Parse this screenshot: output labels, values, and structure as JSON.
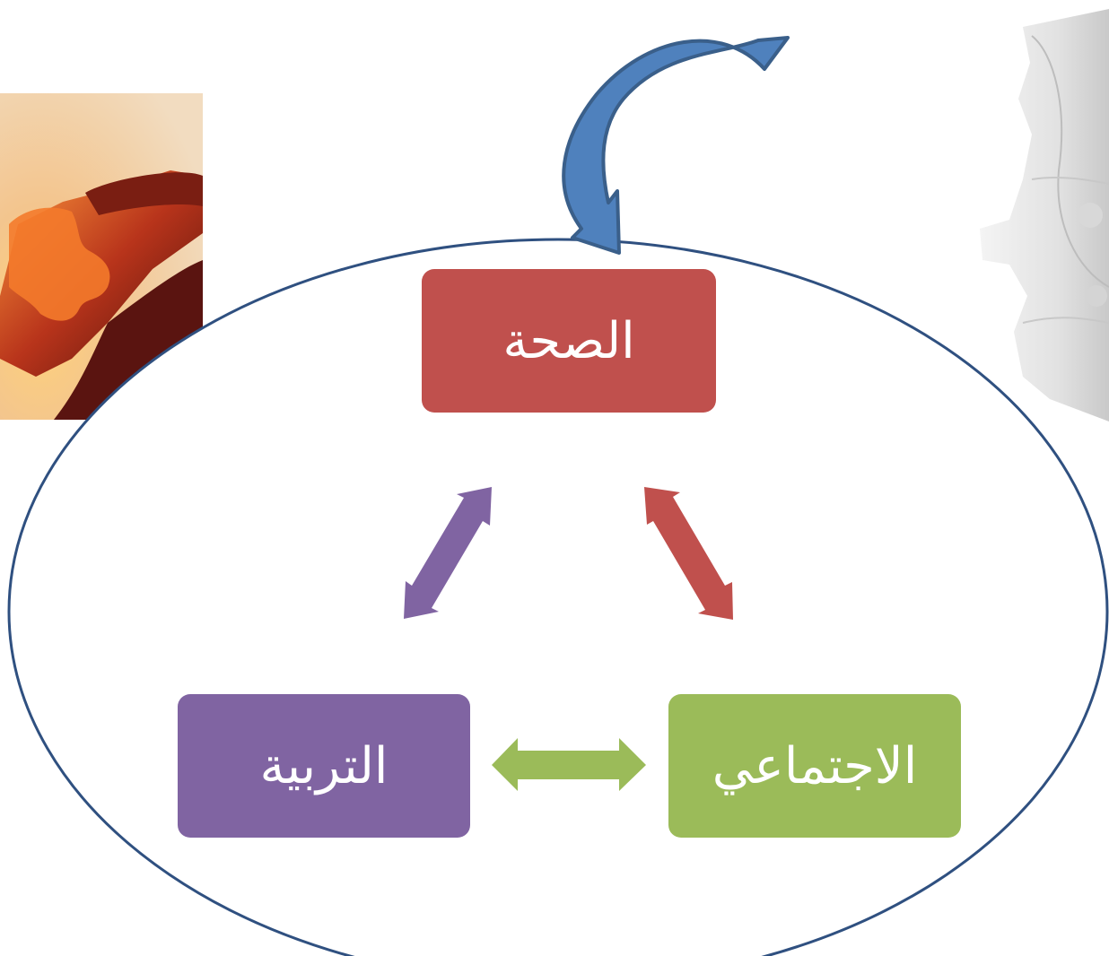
{
  "diagram": {
    "nodes": {
      "health": {
        "label": "الصحة",
        "color": "#c0504d"
      },
      "education": {
        "label": "التربية",
        "color": "#8064a2"
      },
      "social": {
        "label": "الاجتماعي",
        "color": "#9bbb59"
      }
    },
    "connectors": {
      "health_education": {
        "color": "#8064a2"
      },
      "health_social": {
        "color": "#c0504d"
      },
      "education_social": {
        "color": "#9bbb59"
      },
      "curved_arrow": {
        "color": "#4f81bd",
        "stroke": "#3a5f8a"
      }
    },
    "ellipse": {
      "stroke": "#2f5080"
    },
    "images": {
      "left": "hand-holding-puzzle-piece",
      "right": "white-puzzle-tower"
    }
  }
}
